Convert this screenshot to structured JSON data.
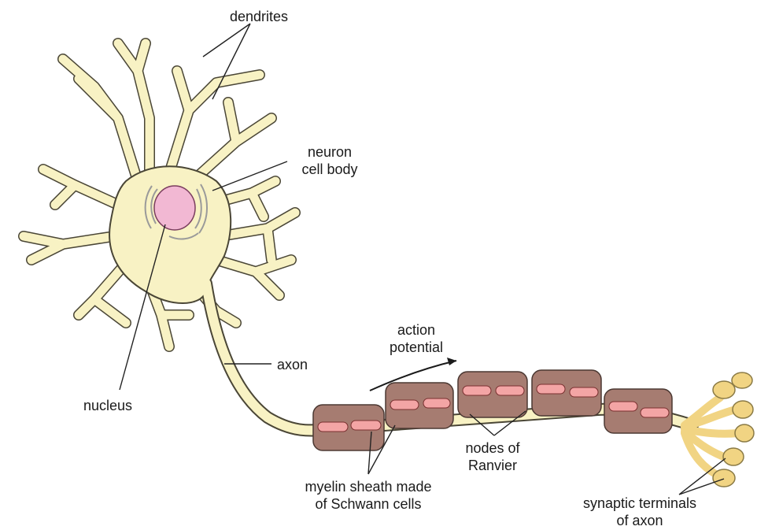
{
  "labels": {
    "dendrites": "dendrites",
    "cell_body_line1": "neuron",
    "cell_body_line2": "cell body",
    "nucleus": "nucleus",
    "axon": "axon",
    "action_potential_line1": "action",
    "action_potential_line2": "potential",
    "nodes_line1": "nodes of",
    "nodes_line2": "Ranvier",
    "myelin_line1": "myelin sheath made",
    "myelin_line2": "of Schwann cells",
    "terminals_line1": "synaptic terminals",
    "terminals_line2": "of axon"
  },
  "colors": {
    "cell": "#f8f2c4",
    "cell_outline": "#4a4636",
    "nucleus": "#f2b8d3",
    "myelin": "#a67c71",
    "myelin_core": "#f3a5a5",
    "terminal": "#f1d483",
    "leader_line": "#222222"
  }
}
